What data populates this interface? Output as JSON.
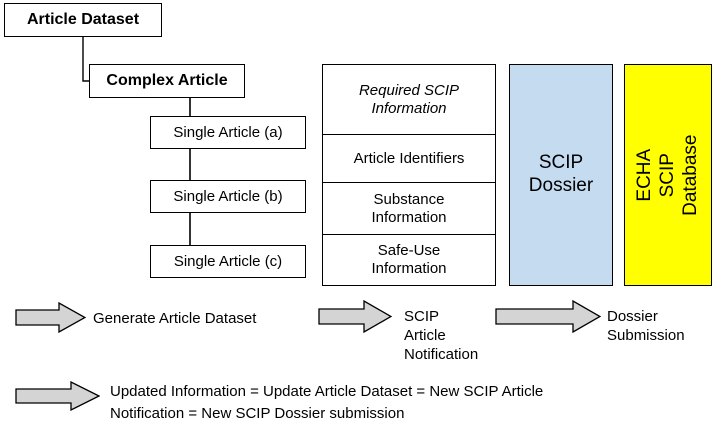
{
  "diagram": {
    "title": "SCIP Article Dataset to ECHA SCIP Database flow",
    "colors": {
      "box_border": "#000000",
      "box_fill": "#ffffff",
      "dossier_fill": "#c5dcf0",
      "database_fill": "#ffff00",
      "arrow_fill": "#d4d4d4",
      "arrow_stroke": "#000000",
      "text": "#000000"
    }
  },
  "tree": {
    "root": {
      "label": "Article Dataset"
    },
    "complex": {
      "label": "Complex Article"
    },
    "singles": [
      {
        "label": "Single Article (a)"
      },
      {
        "label": "Single Article (b)"
      },
      {
        "label": "Single Article (c)"
      }
    ]
  },
  "scip_info": {
    "header": "Required SCIP\nInformation",
    "rows": [
      {
        "label": "Article Identifiers"
      },
      {
        "label": "Substance\nInformation"
      },
      {
        "label": "Safe-Use\nInformation"
      }
    ]
  },
  "stores": {
    "dossier": {
      "label": "SCIP\nDossier",
      "fill": "#c5dcf0"
    },
    "database": {
      "label": "ECHA SCIP\nDatabase",
      "fill": "#ffff00"
    }
  },
  "flows": [
    {
      "caption": "Generate Article Dataset"
    },
    {
      "caption": "SCIP\nArticle\nNotification"
    },
    {
      "caption": "Dossier\nSubmission"
    }
  ],
  "footer": {
    "caption": "Updated Information = Update Article Dataset = New SCIP Article\nNotification = New SCIP Dossier submission"
  }
}
